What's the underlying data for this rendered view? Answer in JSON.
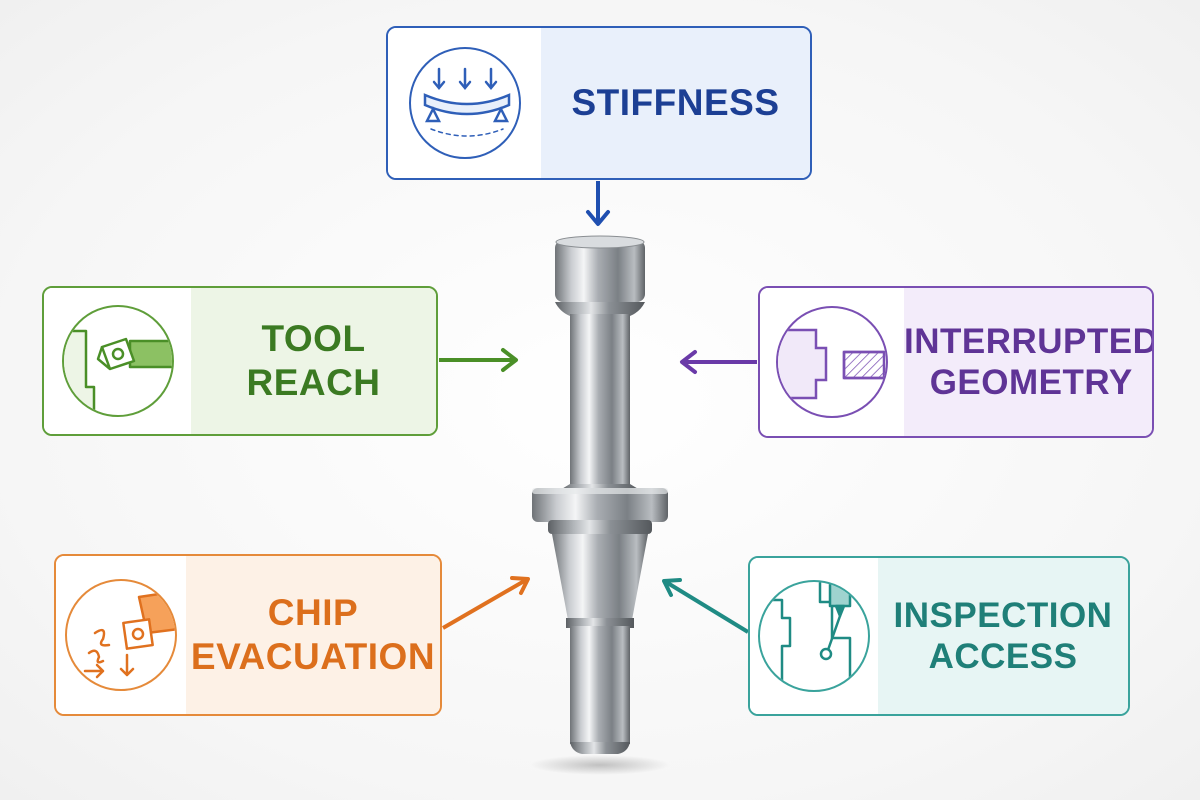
{
  "cards": {
    "stiffness": {
      "line1": "STIFFNESS",
      "icon": "beam-deflection-icon",
      "color": "#2f5fb8"
    },
    "tool_reach": {
      "line1": "TOOL REACH",
      "icon": "turning-tool-icon",
      "color": "#5f9e3a"
    },
    "interrupted_geometry": {
      "line1": "INTERRUPTED",
      "line2": "GEOMETRY",
      "icon": "interrupted-profile-icon",
      "color": "#7a4fb3"
    },
    "chip_evacuation": {
      "line1": "CHIP",
      "line2": "EVACUATION",
      "icon": "chip-flow-icon",
      "color": "#e58a3a"
    },
    "inspection_access": {
      "line1": "INSPECTION",
      "line2": "ACCESS",
      "icon": "probe-icon",
      "color": "#3aa39c"
    }
  },
  "center": {
    "icon": "stepped-shaft-icon"
  }
}
